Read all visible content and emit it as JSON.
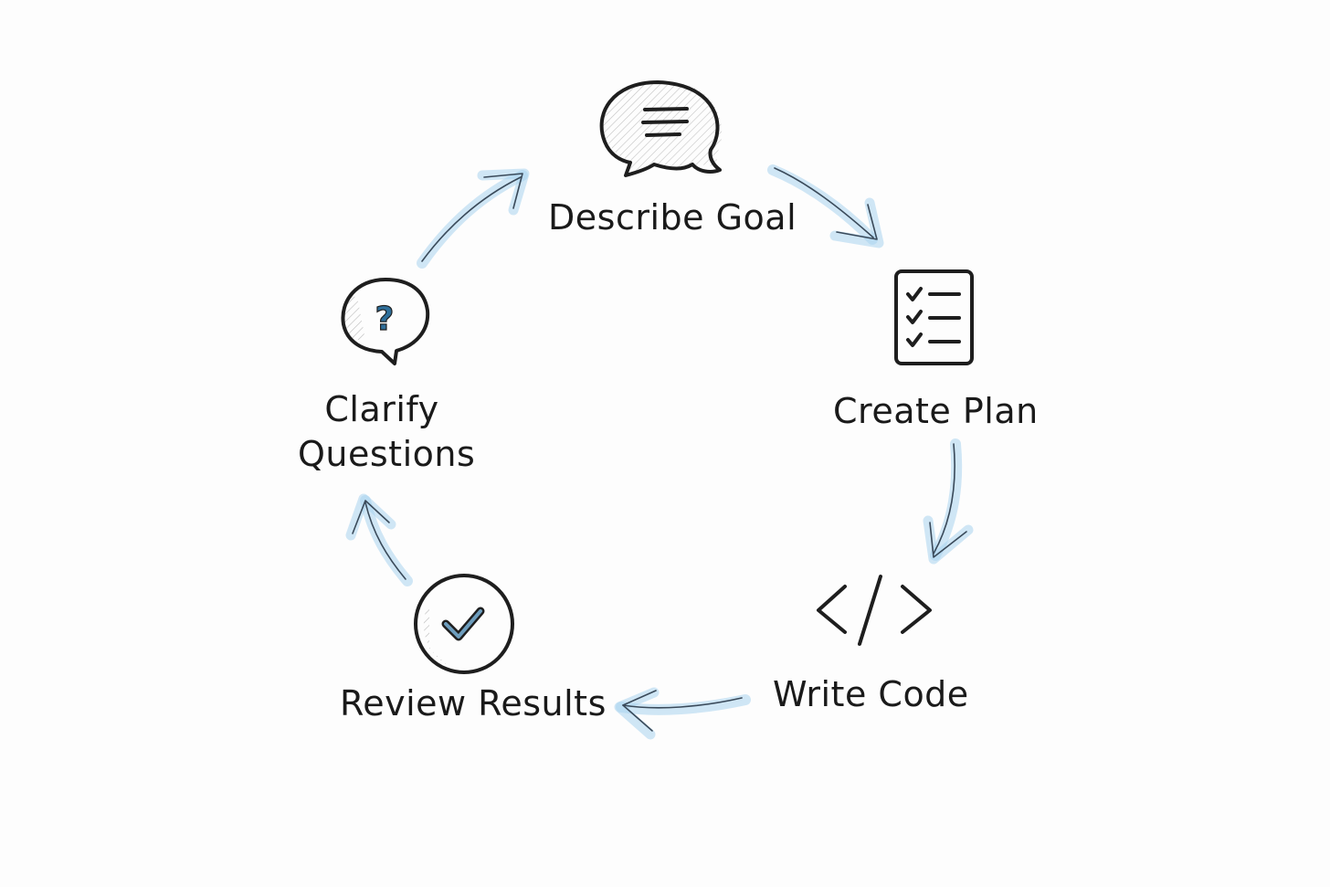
{
  "diagram": {
    "accent_color": "#a9d3ee",
    "ink_color": "#1e1e1e",
    "steps": [
      {
        "label": "Describe Goal",
        "icon": "speech-bubble-icon"
      },
      {
        "label": "Create Plan",
        "icon": "checklist-icon"
      },
      {
        "label": "Write Code",
        "icon": "code-brackets-icon"
      },
      {
        "label": "Review Results",
        "icon": "check-circle-icon"
      },
      {
        "label_line1": "Clarify",
        "label_line2": "Questions",
        "icon": "question-bubble-icon"
      }
    ]
  }
}
